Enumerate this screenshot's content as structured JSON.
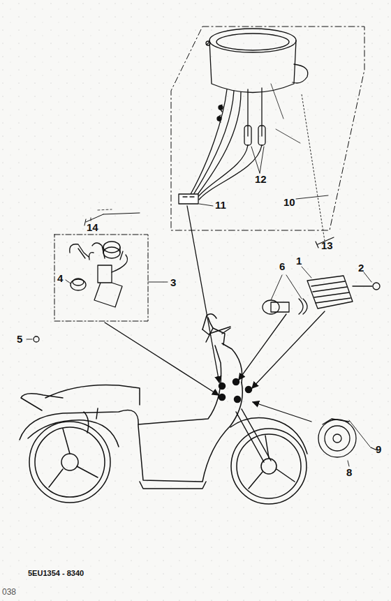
{
  "diagram": {
    "labels": [
      "14",
      "12",
      "13",
      "10",
      "11",
      "3",
      "4",
      "6",
      "1",
      "2",
      "5",
      "9",
      "8",
      "5EU1354 - 8340",
      "038"
    ]
  }
}
